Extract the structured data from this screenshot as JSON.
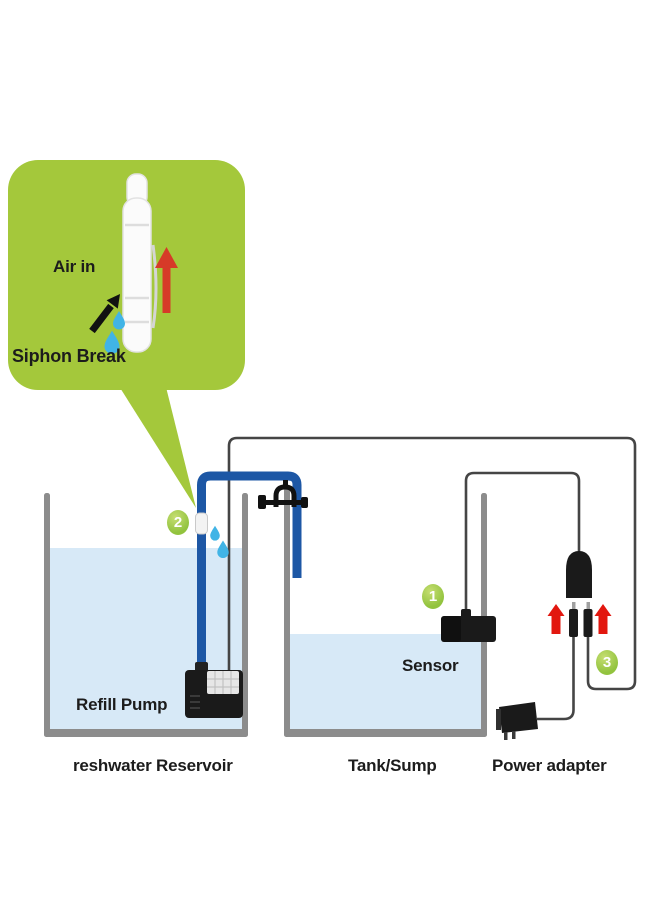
{
  "callout": {
    "air_in": "Air in",
    "siphon_break": "Siphon Break"
  },
  "labels": {
    "refill_pump": "Refill Pump",
    "reservoir": "reshwater Reservoir",
    "tank_sump": "Tank/Sump",
    "sensor": "Sensor",
    "power_adapter": "Power adapter"
  },
  "badges": {
    "sensor_step": "1",
    "siphon_step": "2",
    "connector_step": "3"
  },
  "colors": {
    "callout_green": "#a4c83b",
    "badge_green": "#92c33e",
    "tube_blue": "#1d57a5",
    "water_blue": "#d7e9f7",
    "wall_gray": "#8c8c8c",
    "wire_gray": "#454545",
    "arrow_red": "#e2170f",
    "callout_arrow_red": "#d63a28",
    "droplet_cyan": "#41b4e6",
    "device_black": "#1a1a1a"
  }
}
